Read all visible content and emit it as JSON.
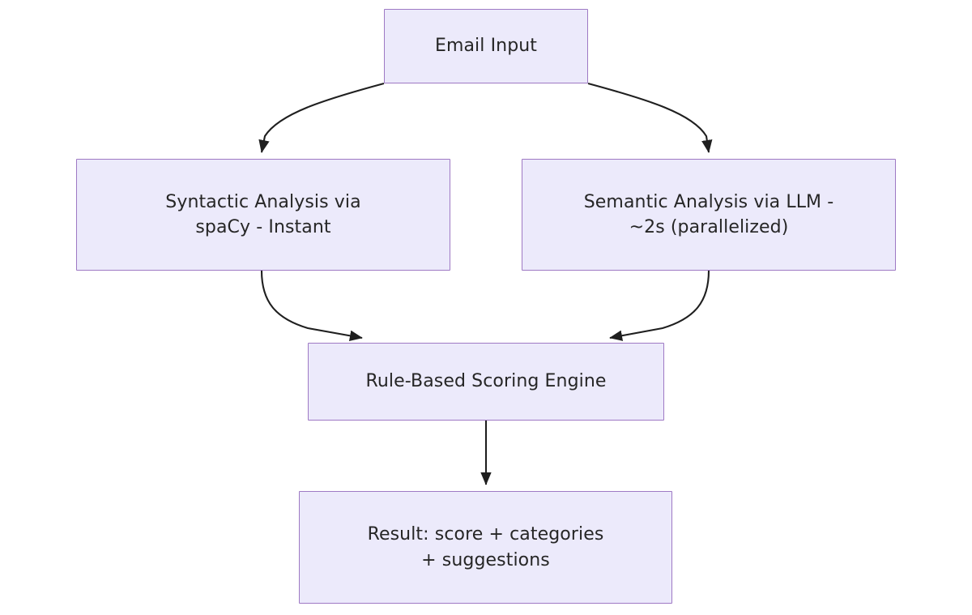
{
  "diagram": {
    "title": "Email analysis pipeline flowchart",
    "type": "flowchart",
    "direction": "top-to-bottom",
    "background_color": "#ffffff",
    "node_fill_color": "#ECEAFB",
    "node_border_color": "#9E79C4",
    "node_text_color": "#262626",
    "edge_color": "#1f1f1f",
    "nodes": [
      {
        "id": "email_input",
        "label": "Email Input"
      },
      {
        "id": "syntactic",
        "label": "Syntactic Analysis via\nspaCy - Instant"
      },
      {
        "id": "semantic",
        "label": "Semantic Analysis via LLM -\n~2s (parallelized)"
      },
      {
        "id": "scoring",
        "label": "Rule-Based Scoring Engine"
      },
      {
        "id": "result",
        "label": "Result: score + categories\n+ suggestions"
      }
    ],
    "edges": [
      {
        "from": "email_input",
        "to": "syntactic",
        "label": "",
        "style": "curved-arrow"
      },
      {
        "from": "email_input",
        "to": "semantic",
        "label": "",
        "style": "curved-arrow"
      },
      {
        "from": "syntactic",
        "to": "scoring",
        "label": "",
        "style": "curved-arrow"
      },
      {
        "from": "semantic",
        "to": "scoring",
        "label": "",
        "style": "curved-arrow"
      },
      {
        "from": "scoring",
        "to": "result",
        "label": "",
        "style": "straight-arrow"
      }
    ]
  }
}
